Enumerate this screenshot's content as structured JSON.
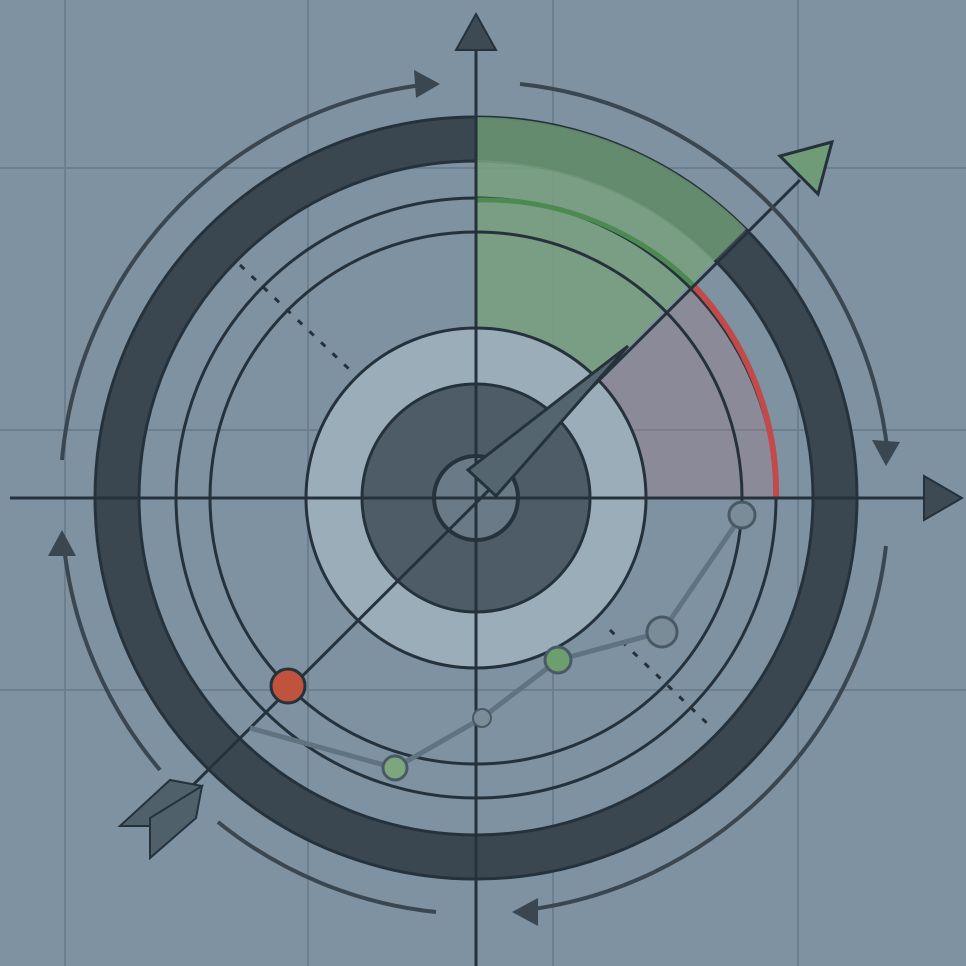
{
  "colors": {
    "background": "#7e92a2",
    "grid": "#6b7f8f",
    "outer_ring": "#3a4751",
    "line": "#26323b",
    "green_sector": "#6f9c76",
    "green_line": "#4c8a52",
    "red_arc": "#c24a4a",
    "red_sector": "#a07a86",
    "inner_disc": "#9cadba",
    "hub": "#4d5c67",
    "center": "#6a7a86",
    "red_marker": "#c0533e",
    "green_marker": "#6d9e6e",
    "gray_marker": "#7a8c98",
    "trail": "#5f7480",
    "arrow_head": "#3d4a54",
    "green_arrow_head": "#6f9c76"
  },
  "icons": [
    "needle-pointer-icon",
    "arrow-up-icon",
    "arrow-right-icon",
    "diagonal-arrow-head-icon",
    "fletching-icon",
    "clockwise-rotation-arrow-icon"
  ],
  "markers": [
    {
      "name": "red-marker",
      "color_key": "red_marker"
    },
    {
      "name": "green-marker",
      "color_key": "green_marker"
    },
    {
      "name": "gray-marker",
      "color_key": "gray_marker"
    }
  ]
}
